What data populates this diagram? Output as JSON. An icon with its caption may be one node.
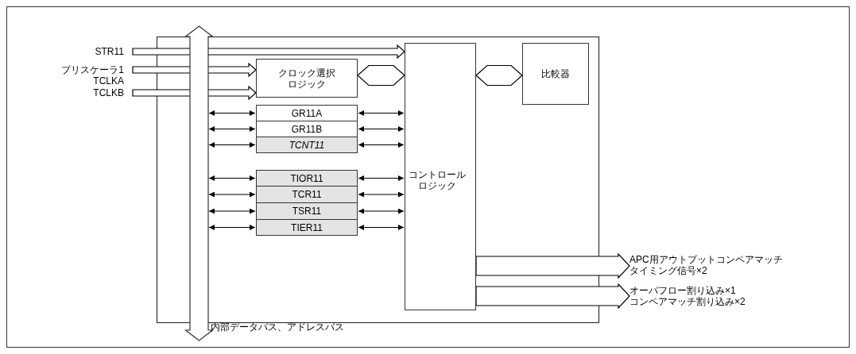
{
  "diagram": {
    "nodes": [
      {
        "text": [
          "STR11"
        ]
      },
      {
        "text": [
          "プリスケーラ1"
        ]
      },
      {
        "text": [
          "TCLKB"
        ]
      },
      {
        "text": [
          "クロック選択ロジック"
        ]
      },
      {
        "text": [
          "GR11A"
        ]
      },
      {
        "text": [
          "GR11B"
        ]
      },
      {
        "text": [
          "*TCNT11*"
        ]
      },
      {
        "text": [
          "TIOR11"
        ]
      },
      {
        "text": [
          "TCR11"
        ]
      },
      {
        "text": [
          "TSR11"
        ]
      },
      {
        "text": [
          "TIER11"
        ]
      },
      {
        "text": [
          "コントロールロジック"
        ]
      },
      {
        "text": [
          "比較器"
        ]
      },
      {
        "text": [],
        "shape": "bar",
        "beside": [
          "内部データバス、アドレスバス"
        ]
      },
      {
        "text": [
          "APC用アウトプットコンペアマッチタイミング信号×2"
        ]
      },
      {
        "text": [
          "オーバフロー割り込み×1",
          "コンペアマッチ割り込み×2"
        ]
      }
    ],
    "edges": [
      {
        "from": 0,
        "to": 11,
        "arrow": "to"
      },
      {
        "from": 1,
        "to": 3,
        "arrow": "to"
      },
      {
        "from": 2,
        "to": 3,
        "arrow": "to"
      },
      {
        "from": 3,
        "to": 11,
        "arrow": "both"
      },
      {
        "from": 11,
        "to": 12,
        "arrow": "both"
      },
      {
        "from": 13,
        "to": 4,
        "arrow": "both"
      },
      {
        "from": 13,
        "to": 5,
        "arrow": "both"
      },
      {
        "from": 13,
        "to": 6,
        "arrow": "both"
      },
      {
        "from": 13,
        "to": 7,
        "arrow": "both"
      },
      {
        "from": 13,
        "to": 8,
        "arrow": "both"
      },
      {
        "from": 13,
        "to": 9,
        "arrow": "both"
      },
      {
        "from": 13,
        "to": 10,
        "arrow": "both"
      },
      {
        "from": 4,
        "to": 11,
        "arrow": "both"
      },
      {
        "from": 5,
        "to": 11,
        "arrow": "both"
      },
      {
        "from": 6,
        "to": 11,
        "arrow": "both"
      },
      {
        "from": 7,
        "to": 11,
        "arrow": "both"
      },
      {
        "from": 8,
        "to": 11,
        "arrow": "both"
      },
      {
        "from": 9,
        "to": 11,
        "arrow": "both"
      },
      {
        "from": 10,
        "to": 11,
        "arrow": "both"
      },
      {
        "from": 11,
        "to": 14,
        "arrow": "to"
      },
      {
        "from": 11,
        "to": 15,
        "arrow": "to"
      }
    ],
    "labels": [
      "TCLKA"
    ]
  }
}
